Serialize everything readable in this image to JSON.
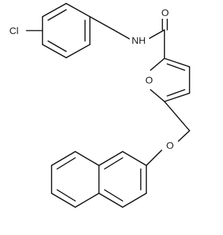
{
  "molecule": {
    "atoms": {
      "cl": "Cl",
      "nh": "NH",
      "o_carbonyl": "O",
      "o_furan": "O",
      "o_ether": "O"
    },
    "colors": {
      "bond": "#1a1a1a",
      "text": "#1a1a1a",
      "background": "#ffffff"
    }
  }
}
